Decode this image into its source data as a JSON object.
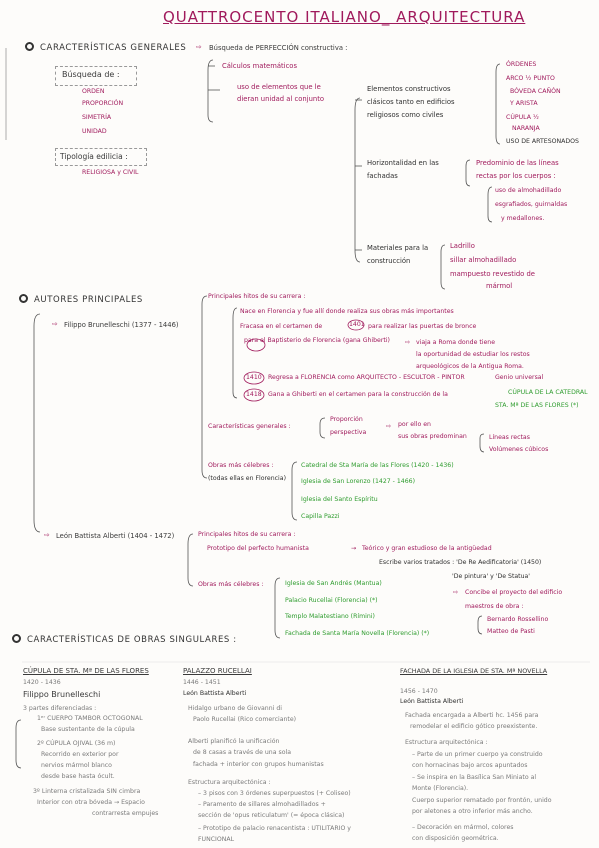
{
  "title": "QUATTROCENTO ITALIANO_ ARQUITECTURA",
  "s1": {
    "heading": "CARACTERÍSTICAS GENERALES",
    "arrow_text": "Búsqueda de PERFECCIÓN constructiva :",
    "busqueda_label": "Búsqueda de :",
    "busqueda_items": [
      "ORDEN",
      "PROPORCIÓN",
      "SIMETRÍA",
      "UNIDAD"
    ],
    "tipologia_label": "Tipología edilicia :",
    "tipologia_value": "RELIGIOSA y CIVIL",
    "calc": "Cálculos matemáticos",
    "uso_1": "uso de elementos que le",
    "uso_2": "dieran unidad al conjunto",
    "elem_1": "Elementos constructivos",
    "elem_2": "clásicos tanto en edificios",
    "elem_3": "religiosos como civiles",
    "orders": [
      "ÓRDENES",
      "ARCO ½ PUNTO",
      "BÓVEDA CAÑÓN",
      "Y ARISTA",
      "CÚPULA ½",
      "NARANJA",
      "USO DE ARTESONADOS"
    ],
    "horiz_1": "Horizontalidad en las",
    "horiz_2": "fachadas",
    "pred_1": "Predominio de las líneas",
    "pred_2": "rectas por los cuerpos :",
    "pred_items": [
      "uso de almohadillado",
      "esgrafiados, guirnaldas",
      "y medallones."
    ],
    "mat_1": "Materiales para la",
    "mat_2": "construcción",
    "mat_items": [
      "Ladrillo",
      "sillar almohadillado",
      "mampuesto revestido de",
      "mármol"
    ]
  },
  "s2": {
    "heading": "AUTORES PRINCIPALES",
    "brunelleschi": "Filippo Brunelleschi (1377 - 1446)",
    "hitos_label": "Principales hitos de su carrera :",
    "hito_1": "Nace en Florencia y fue allí donde realiza sus obras más importantes",
    "hito_2a": "Fracasa en el certamen de",
    "year_1401": "1401",
    "hito_2b": "para realizar las puertas de bronce",
    "hito_2c": "para el Baptisterio de Florencia (gana Ghiberti)",
    "hito_2d": "viaja a Roma donde tiene",
    "hito_2e": "la oportunidad de estudiar los restos",
    "hito_2f": "arqueológicos de la Antigua Roma.",
    "year_1410": "1410",
    "hito_3": "Regresa a FLORENCIA como ARQUITECTO - ESCULTOR - PINTOR",
    "hito_3b": "Genio universal",
    "year_1418": "1418",
    "hito_4": "Gana a Ghiberti en el certamen para la construcción de la",
    "hito_4b": "CÚPULA DE LA CATEDRAL",
    "hito_4c": "STA. Mª DE LAS FLORES (*)",
    "caract_label": "Características generales :",
    "prop_1": "Proporción",
    "prop_2": "perspectiva",
    "prop_3": "por ello en",
    "prop_4": "sus obras predominan",
    "lin_1": "Líneas rectas",
    "lin_2": "Volúmenes cúbicos",
    "obras_label": "Obras más célebres :",
    "obras_note": "(todas ellas en Florencia)",
    "obras": [
      "Catedral de Sta María de las Flores (1420 - 1436)",
      "Iglesia de San Lorenzo (1427 - 1466)",
      "Iglesia del Santo Espíritu",
      "Capilla Pazzi"
    ],
    "alberti": "León Battista Alberti (1404 - 1472)",
    "a_hitos": "Principales hitos de su carrera :",
    "a_proto": "Prototipo del perfecto humanista",
    "a_teor": "Teórico y gran estudioso de la antigüedad",
    "a_trat": "Escribe varios tratados : 'De Re Aedificatoria' (1450)",
    "a_trat2": "'De pintura' y 'De Statua'",
    "a_obras_label": "Obras más célebres :",
    "a_obras": [
      "Iglesia de San Andrés (Mantua)",
      "Palacio Rucellai (Florencia) (*)",
      "Templo Malatestiano (Rímini)",
      "Fachada de Santa María Novella (Florencia) (*)"
    ],
    "a_concibe": "Concibe el proyecto del edificio",
    "a_maestros": "maestros de obra :",
    "a_m1": "Bernardo Rossellino",
    "a_m2": "Matteo de Pasti"
  },
  "s3": {
    "heading": "CARACTERÍSTICAS DE OBRAS SINGULARES :",
    "col1": {
      "title": "CÚPULA DE STA. Mª DE LAS FLORES",
      "dates": "1420 - 1436",
      "author": "Filippo Brunelleschi",
      "intro": "3 partes diferenciadas :",
      "lines": [
        "1ᵉʳ CUERPO TAMBOR OCTOGONAL",
        "Base sustentante de la cúpula",
        "2º CÚPULA OJIVAL (36 m)",
        "Recorrido en exterior por",
        "nervios mármol blanco",
        "desde base hasta ócult.",
        "3º Linterna cristalizada SIN cimbra",
        "Interior con otra bóveda → Espacio",
        "contrarresta empujes"
      ]
    },
    "col2": {
      "title": "PALAZZO RUCELLAI",
      "dates": "1446 - 1451",
      "author": "León Battista Alberti",
      "lines": [
        "Hidalgo urbano de Giovanni di",
        "Paolo Rucellai (Rico comerciante)",
        "Alberti planificó la unificación",
        "de 8 casas a través de una sola",
        "fachada + interior con grupos humanistas",
        "Estructura arquitectónica :",
        "– 3 pisos con 3 órdenes superpuestos (+ Coliseo)",
        "– Paramento de sillares almohadillados +",
        "  sección de 'opus reticulatum' (= época clásica)",
        "– Prototipo de palacio renacentista : UTILITARIO y",
        "  FUNCIONAL"
      ]
    },
    "col3": {
      "title": "FACHADA DE LA IGLESIA DE STA. Mª NOVELLA",
      "dates": "1456 - 1470",
      "author": "León Battista Alberti",
      "lines": [
        "Fachada encargada a Alberti hc. 1456 para",
        "remodelar el edificio gótico preexistente.",
        "Estructura arquitectónica :",
        "– Parte de un primer cuerpo ya construido",
        "  con hornacinas bajo arcos apuntados",
        "– Se inspira en la Basílica San Miniato al",
        "  Monte (Florencia).",
        "  Cuerpo superior rematado por frontón, unido",
        "  por aletones a otro inferior más ancho.",
        "– Decoración en mármol, colores",
        "  con disposición geométrica."
      ]
    }
  }
}
